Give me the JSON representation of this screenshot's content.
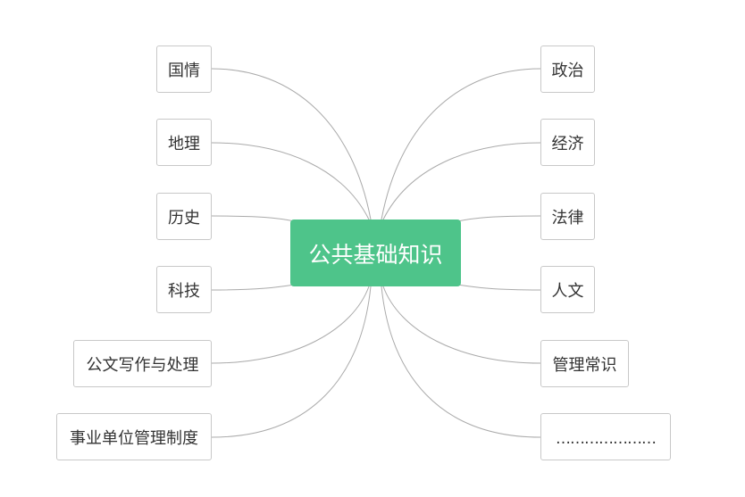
{
  "center_topic": "公共基础知识",
  "left_branches": [
    "国情",
    "地理",
    "历史",
    "科技",
    "公文写作与处理",
    "事业单位管理制度"
  ],
  "right_branches": [
    "政治",
    "经济",
    "法律",
    "人文",
    "管理常识",
    "…………………"
  ],
  "colors": {
    "center_fill": "#4ec48a",
    "connector": "#aaaaaa",
    "node_border": "#c8c8c8"
  }
}
